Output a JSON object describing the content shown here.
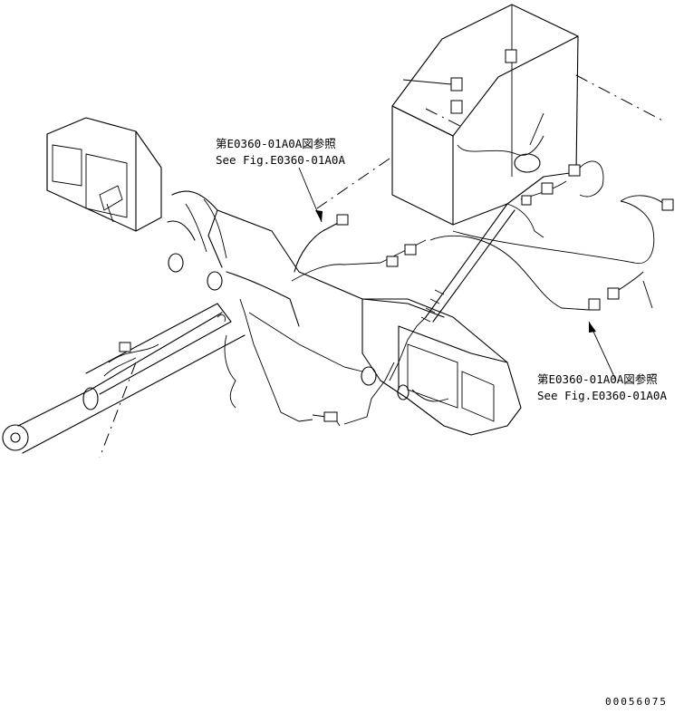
{
  "callouts": [
    {
      "id": "upper",
      "jp": "第E0360-01A0A図参照",
      "en": "See Fig.E0360-01A0A"
    },
    {
      "id": "lower",
      "jp": "第E0360-01A0A図参照",
      "en": "See Fig.E0360-01A0A"
    }
  ],
  "drawing_number": "00056075"
}
